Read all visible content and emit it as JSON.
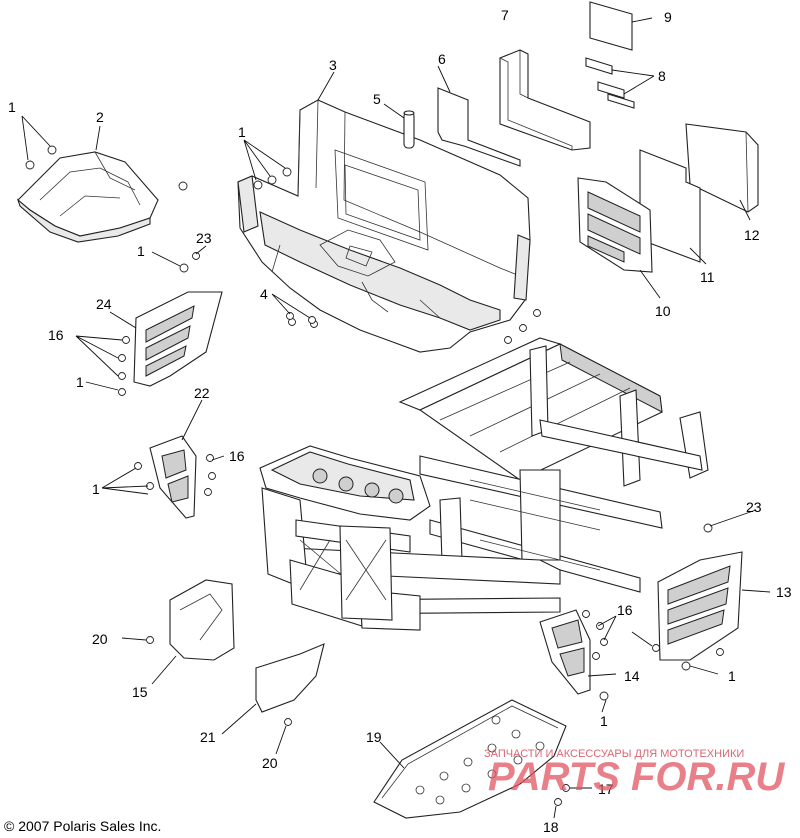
{
  "diagram": {
    "callouts": {
      "c1a": "1",
      "c2": "2",
      "c3": "3",
      "c1b": "1",
      "c5": "5",
      "c6": "6",
      "c7": "7",
      "c9": "9",
      "c8": "8",
      "c1c": "1",
      "c23a": "23",
      "c4": "4",
      "c24": "24",
      "c16a": "16",
      "c1d": "1",
      "c12": "12",
      "c11": "11",
      "c10": "10",
      "c22": "22",
      "c16b": "16",
      "c1e": "1",
      "c23b": "23",
      "c13": "13",
      "c16c": "16",
      "c20a": "20",
      "c15": "15",
      "c14": "14",
      "c1f": "1",
      "c1g": "1",
      "c21": "21",
      "c20b": "20",
      "c19": "19",
      "c17": "17",
      "c18": "18"
    },
    "watermark": {
      "tagline": "ЗАПЧАСТИ И АКСЕССУАРЫ ДЛЯ МОТОТЕХНИКИ",
      "logo_text": "PARTS FOR.RU"
    },
    "copyright": "© 2007 Polaris Sales Inc."
  }
}
